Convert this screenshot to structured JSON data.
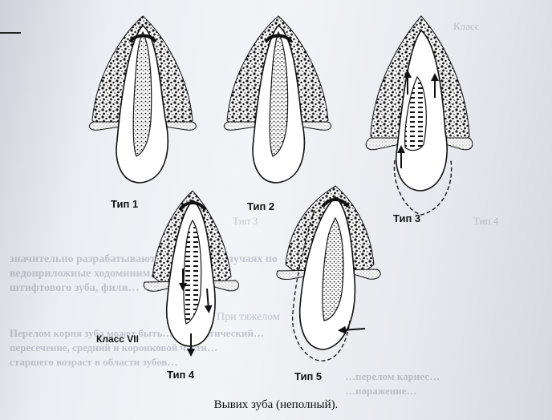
{
  "figure": {
    "types": [
      {
        "label": "Тип 1"
      },
      {
        "label": "Тип 2"
      },
      {
        "label": "Тип 3"
      },
      {
        "label": "Тип 4"
      },
      {
        "label": "Тип 5"
      }
    ],
    "class_label": "Класс VII",
    "caption": "Вывих зуба (неполный)."
  },
  "bleed_through": {
    "top_right": "Класс",
    "faint_labels": [
      "Тип 4",
      "Тип 3"
    ],
    "lines": [
      "значительно разрабатывают… уаальных случаях по",
      "ведоприложные ходоминим…",
      "штифтового зуба, фили…",
      "При тяжелом",
      "Перелом корня зуба может быть… травматический…",
      "пересечение, средний и коронковой части…",
      "старшего возраст в области зубов…",
      "…перелом кариес…",
      "…поражение…"
    ]
  },
  "colors": {
    "ink": "#111111",
    "paper": "#eceef3",
    "bleed": "#5a5c6e"
  }
}
